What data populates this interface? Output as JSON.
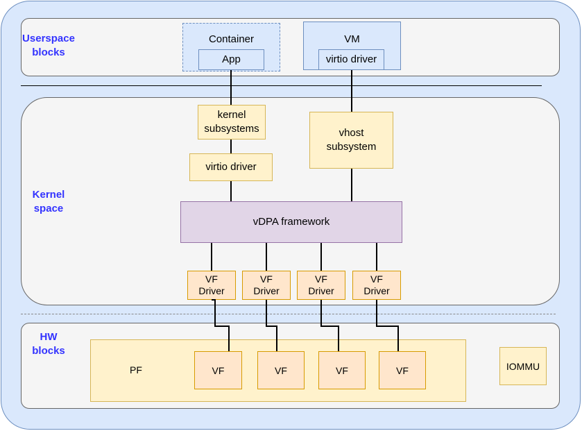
{
  "labels": {
    "userspace": [
      "Userspace",
      "blocks"
    ],
    "kernel": [
      "Kernel",
      "space"
    ],
    "hw": [
      "HW",
      "blocks"
    ]
  },
  "userspace": {
    "container": "Container",
    "app": "App",
    "vm": "VM",
    "vm_driver": "virtio driver"
  },
  "kernel": {
    "subsystems": [
      "kernel",
      "subsystems"
    ],
    "virtio_driver": "virtio driver",
    "vhost": [
      "vhost",
      "subsystem"
    ],
    "vdpa": "vDPA framework",
    "vf_drivers": [
      [
        "VF",
        "Driver"
      ],
      [
        "VF",
        "Driver"
      ],
      [
        "VF",
        "Driver"
      ],
      [
        "VF",
        "Driver"
      ]
    ]
  },
  "hw": {
    "pf": "PF",
    "vfs": [
      "VF",
      "VF",
      "VF",
      "VF"
    ],
    "iommu": "IOMMU"
  }
}
